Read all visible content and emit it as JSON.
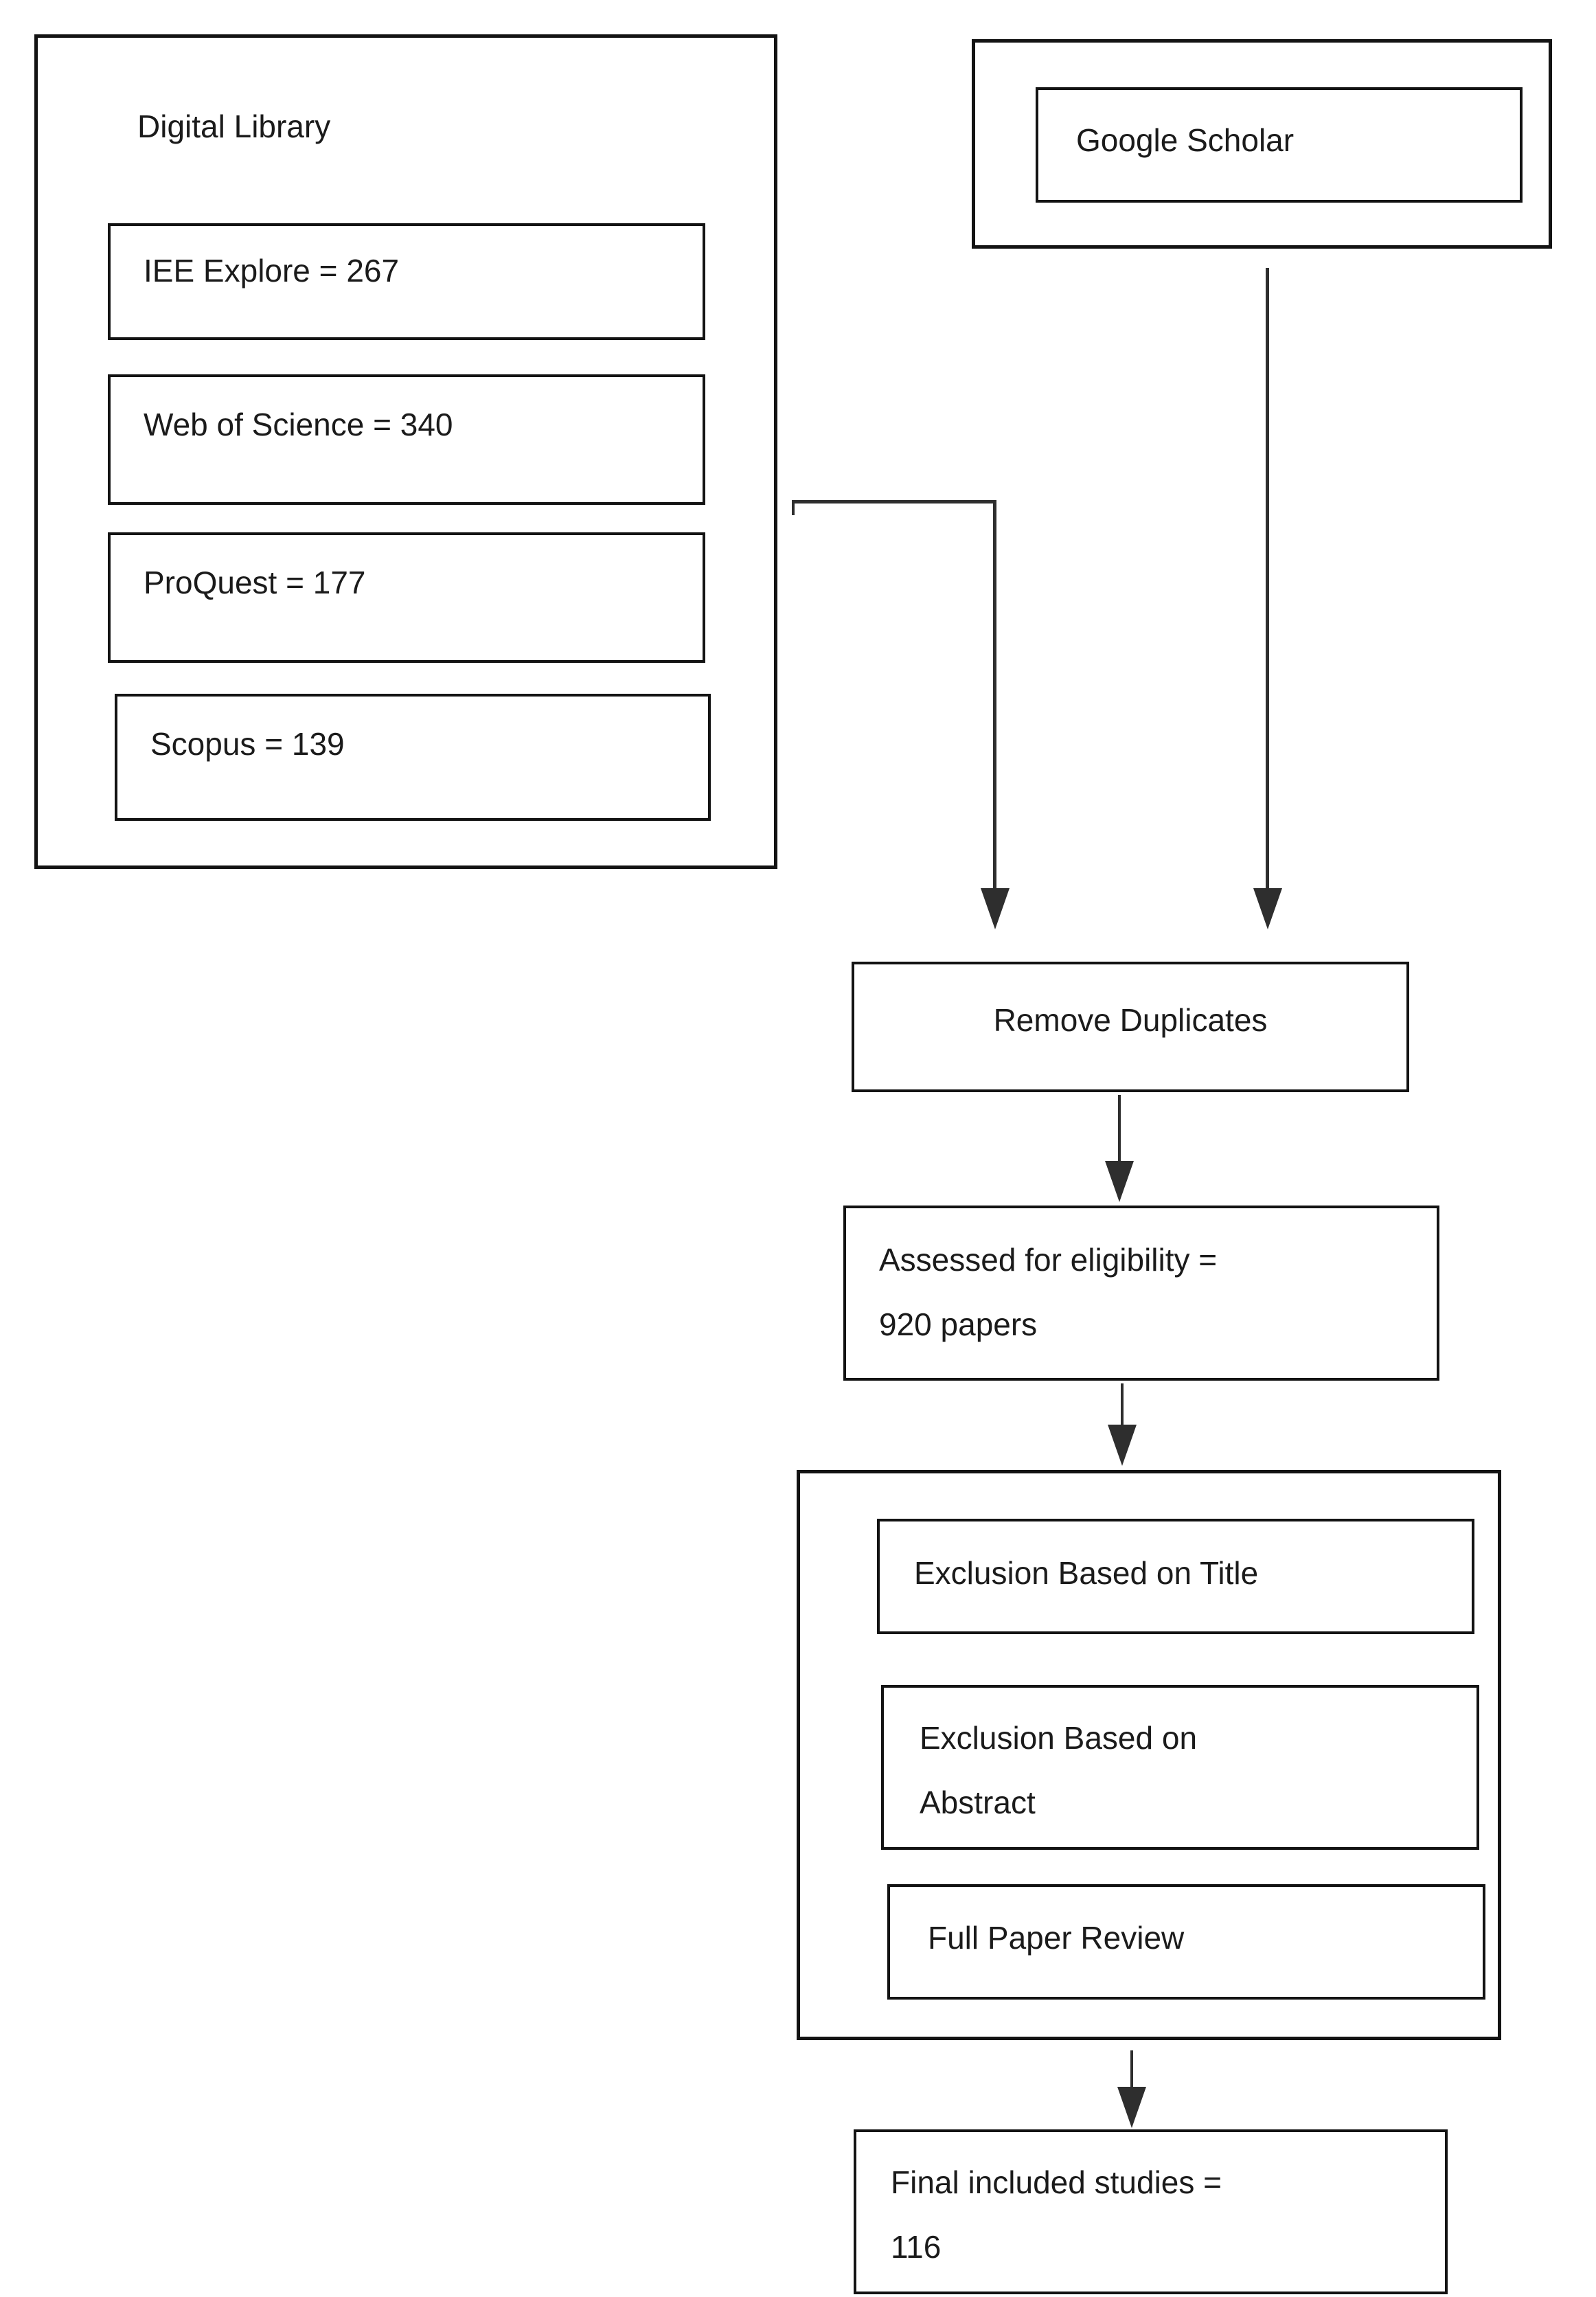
{
  "colors": {
    "background": "#ffffff",
    "box_border": "#131313",
    "connector_line": "#2e2e2e",
    "text": "#1b1b1b"
  },
  "digital_library": {
    "title": "Digital Library",
    "sources": [
      "IEE Explore = 267",
      "Web of Science = 340",
      "ProQuest = 177",
      "Scopus = 139"
    ]
  },
  "google_scholar": {
    "label": "Google Scholar"
  },
  "flow": {
    "remove_duplicates": "Remove Duplicates",
    "assessed_line1": "Assessed for eligibility =",
    "assessed_line2": "920 papers",
    "exclusion_title": "Exclusion Based on Title",
    "exclusion_abstract_line1": "Exclusion Based on",
    "exclusion_abstract_line2": "Abstract",
    "full_paper_review": "Full Paper Review",
    "final_line1": "Final included studies =",
    "final_line2": "116"
  }
}
